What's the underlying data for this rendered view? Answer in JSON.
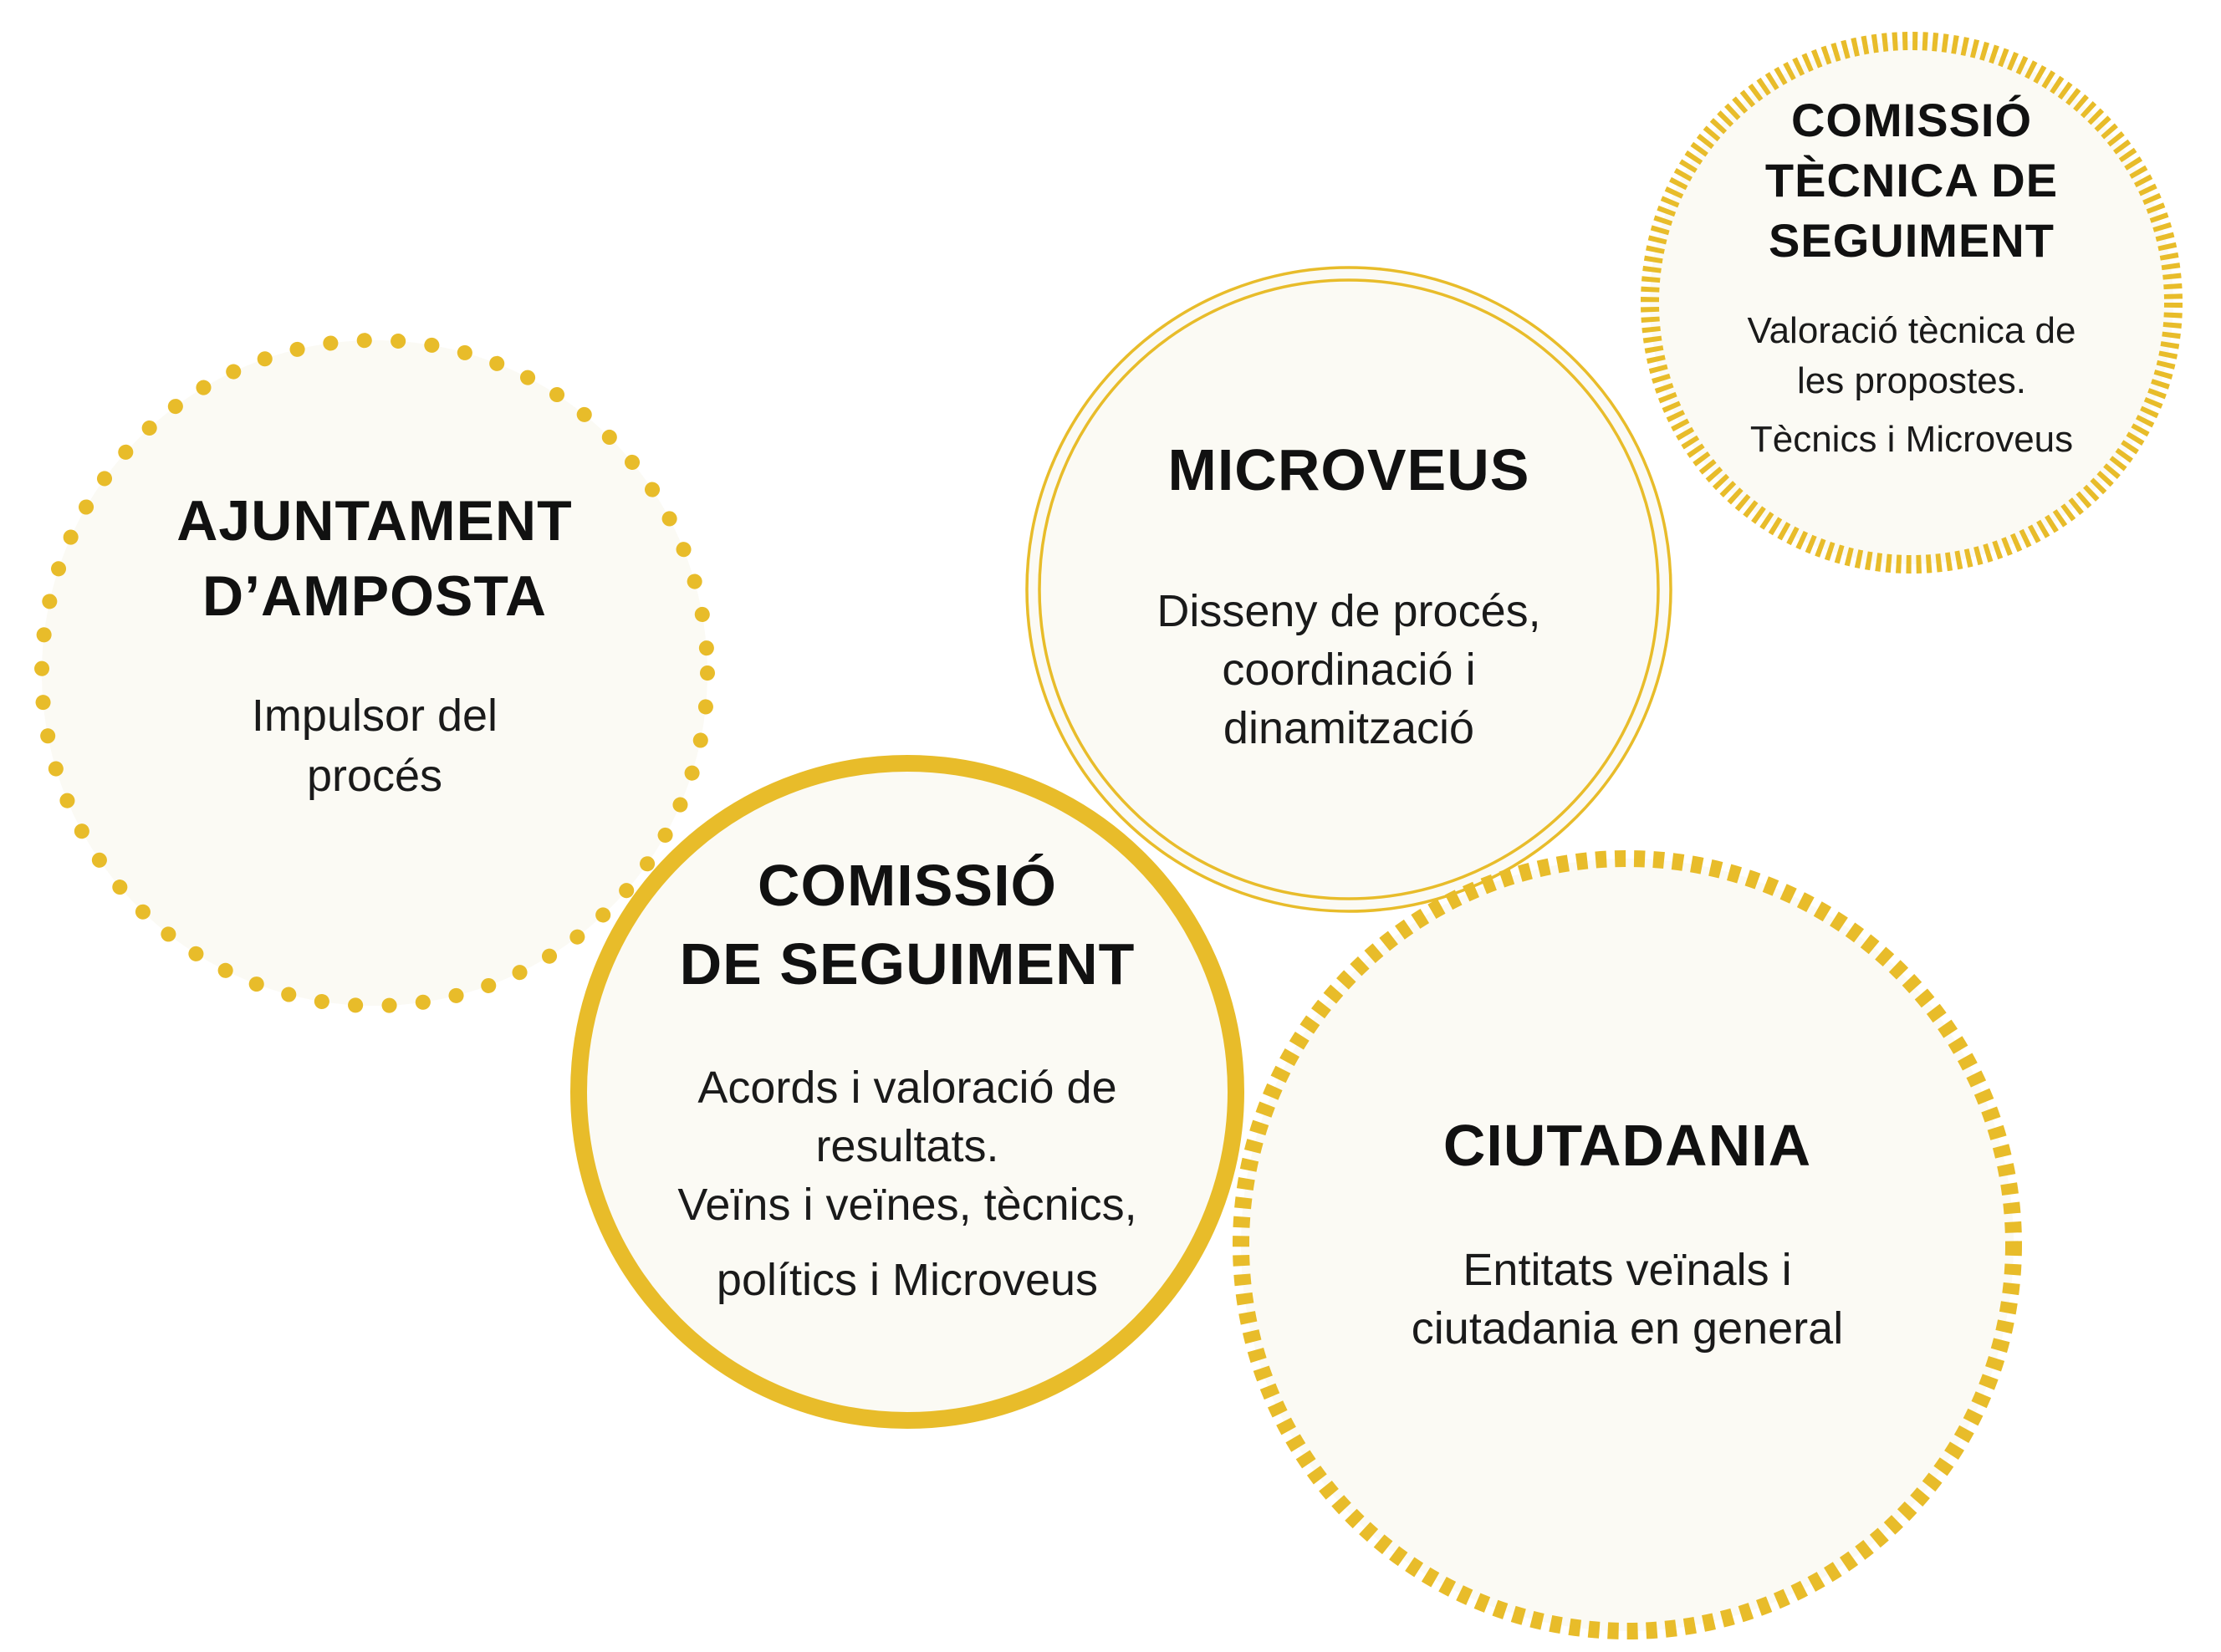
{
  "theme": {
    "accent": "#E8BC2A",
    "fill": "#FBFAF4",
    "text": "#111111"
  },
  "nodes": {
    "ajuntament": {
      "title_line1": "AJUNTAMENT",
      "title_line2": "D’AMPOSTA",
      "desc_line1": "Impulsor del",
      "desc_line2": "procés",
      "border_style": "dotted"
    },
    "comissio_seguiment": {
      "title_line1": "COMISSIÓ",
      "title_line2": "DE SEGUIMENT",
      "desc_line1": "Acords i valoració de",
      "desc_line2": "resultats.",
      "desc_line3": "Veïns i veïnes, tècnics,",
      "desc_line4": "polítics i Microveus",
      "border_style": "thick-solid"
    },
    "microveus": {
      "title": "MICROVEUS",
      "desc_line1": "Disseny de procés,",
      "desc_line2": "coordinació i",
      "desc_line3": "dinamització",
      "border_style": "double"
    },
    "comissio_tecnica": {
      "title_line1": "COMISSIÓ",
      "title_line2": "TÈCNICA DE",
      "title_line3": "SEGUIMENT",
      "desc_line1": "Valoració tècnica de",
      "desc_line2": "les propostes.",
      "desc_line3": "Tècnics i Microveus",
      "border_style": "fine-dashed"
    },
    "ciutadania": {
      "title": "CIUTADANIA",
      "desc_line1": "Entitats veïnals i",
      "desc_line2": "ciutadania en general",
      "border_style": "dashed"
    }
  }
}
